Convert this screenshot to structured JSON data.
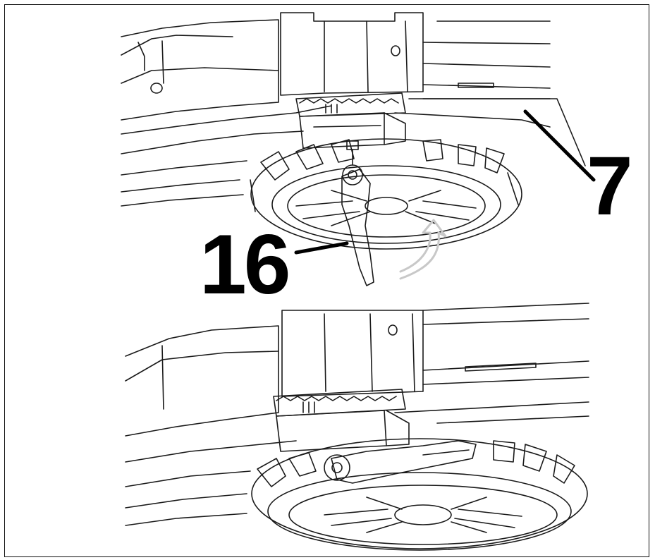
{
  "callouts": {
    "part_7": "7",
    "part_16": "16"
  },
  "panels": [
    {
      "step": "lever-released"
    },
    {
      "step": "lever-engaged"
    }
  ],
  "colors": {
    "line": "#1a1a1a",
    "background": "#ffffff",
    "arrow": "#c8c8c8"
  }
}
